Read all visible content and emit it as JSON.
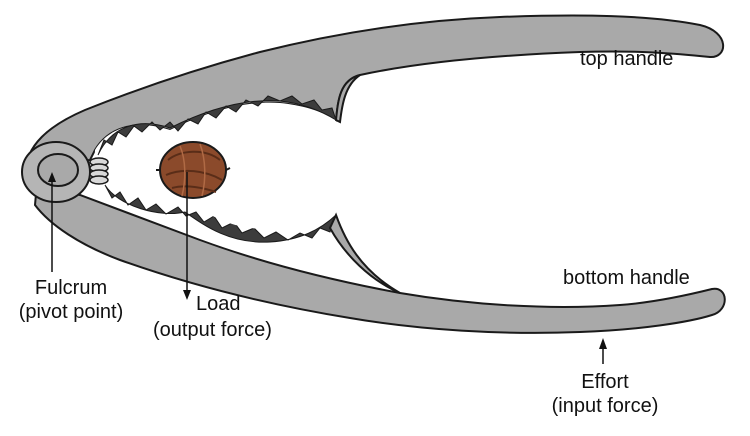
{
  "labels": {
    "top_handle": "top handle",
    "bottom_handle": "bottom handle",
    "fulcrum": {
      "line1": "Fulcrum",
      "line2": "(pivot point)"
    },
    "load": {
      "line1": "Load",
      "line2": "(output force)"
    },
    "effort": {
      "line1": "Effort",
      "line2": "(input force)"
    }
  },
  "colors": {
    "metal": "#a9a9a9",
    "outline": "#1a1a1a",
    "jaw_dark": "#3c3c3c",
    "walnut": "#8b4a2b",
    "walnut_light": "#b06a45",
    "background": "#ffffff"
  }
}
